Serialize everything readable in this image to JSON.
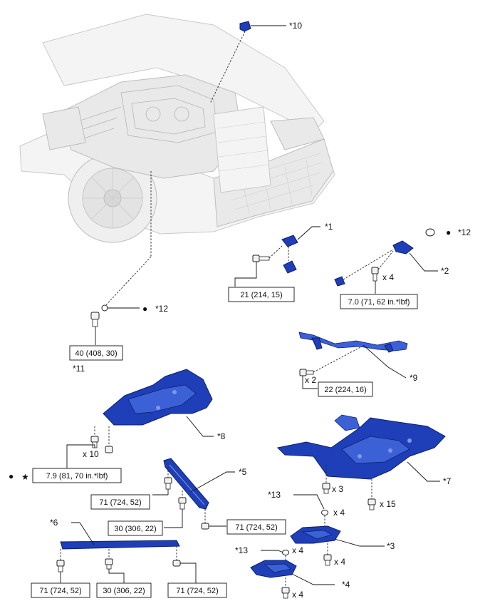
{
  "callouts": {
    "c10": "*10",
    "c1": "*1",
    "c12_top": "*12",
    "c2": "*2",
    "c12_left": "*12",
    "c11": "*11",
    "c9": "*9",
    "c8": "*8",
    "c5": "*5",
    "c7": "*7",
    "c6": "*6",
    "c13_a": "*13",
    "c3": "*3",
    "c13_b": "*13",
    "c4": "*4"
  },
  "torque": {
    "t1": "21 (214, 15)",
    "t2": "7.0 (71, 62 in.*lbf)",
    "t3": "40 (408, 30)",
    "t4": "22 (224, 16)",
    "t5": "7.9 (81, 70 in.*lbf)",
    "t6": "71 (724, 52)",
    "t7": "30 (306, 22)",
    "t8": "71 (724, 52)",
    "t9": "71 (724, 52)",
    "t10": "30 (306, 22)",
    "t11": "71 (724, 52)"
  },
  "quantities": {
    "q_x4_a": "x 4",
    "q_x2": "x 2",
    "q_x10": "x 10",
    "q_x3": "x 3",
    "q_x15": "x 15",
    "q_x4_b": "x 4",
    "q_x4_c": "x 4",
    "q_x4_d": "x 4",
    "q_x4_e": "x 4"
  },
  "symbols": {
    "dot": "●",
    "star": "★"
  }
}
